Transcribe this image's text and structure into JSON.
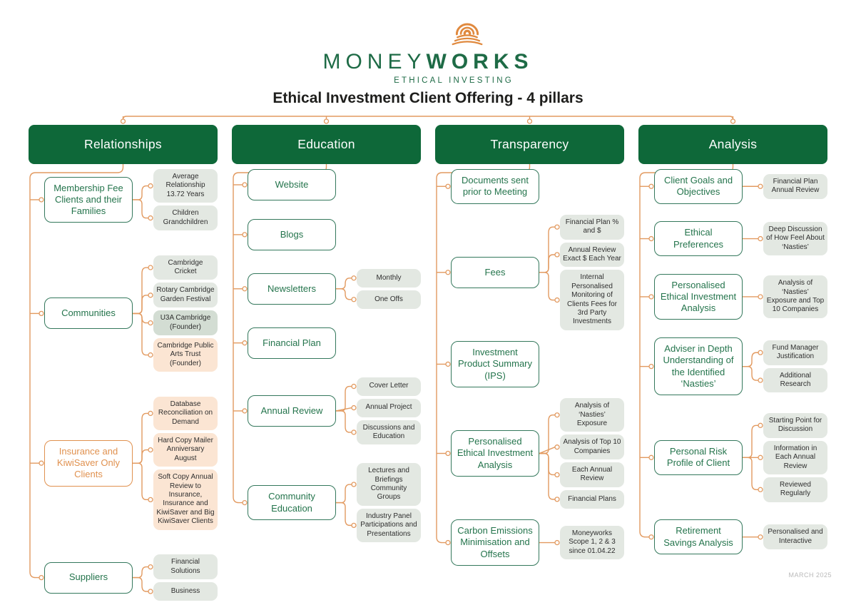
{
  "logo": {
    "brand_primary": "MONEY",
    "brand_secondary": "WORKS",
    "tagline": "ETHICAL INVESTING"
  },
  "title": "Ethical Investment Client Offering - 4 pillars",
  "footer": {
    "date_label": "MARCH 2025"
  },
  "colors": {
    "header_green": "#0E6839",
    "green_border": "#34785C",
    "green_text": "#24744C",
    "orange_line": "#E29A60",
    "orange_text": "#E0914F",
    "leaf_bg": "#E3E8E2",
    "leaf_sage": "#D3DDD3",
    "leaf_peach": "#FBE5D3",
    "leaf_text": "#2F2F2F",
    "footer_text": "#B9B9B9",
    "logo_green": "#1E6B46",
    "logo_orange": "#E0893E",
    "title_color": "#1E1E1C"
  },
  "pillars": [
    {
      "label": "Relationships",
      "branches": [
        {
          "label": "Membership Fee Clients and their Families",
          "leaves": [
            {
              "label": "Average Relationship 13.72 Years"
            },
            {
              "label": "Children Grandchildren"
            }
          ]
        },
        {
          "label": "Communities",
          "leaves": [
            {
              "label": "Cambridge Cricket"
            },
            {
              "label": "Rotary Cambridge Garden Festival"
            },
            {
              "label": "U3A Cambridge (Founder)",
              "variant": "sage"
            },
            {
              "label": "Cambridge Public Arts Trust (Founder)",
              "variant": "peach"
            }
          ]
        },
        {
          "label": "Insurance and KiwiSaver Only Clients",
          "variant": "orange",
          "leaves": [
            {
              "label": "Database Reconciliation on Demand",
              "variant": "peach"
            },
            {
              "label": "Hard Copy Mailer Anniversary August",
              "variant": "peach"
            },
            {
              "label": "Soft Copy Annual Review to Insurance, Insurance and KiwiSaver and Big KiwiSaver Clients",
              "variant": "peach"
            }
          ]
        },
        {
          "label": "Suppliers",
          "leaves": [
            {
              "label": "Financial Solutions"
            },
            {
              "label": "Business"
            }
          ]
        }
      ]
    },
    {
      "label": "Education",
      "branches": [
        {
          "label": "Website",
          "leaves": []
        },
        {
          "label": "Blogs",
          "leaves": []
        },
        {
          "label": "Newsletters",
          "leaves": [
            {
              "label": "Monthly"
            },
            {
              "label": "One Offs"
            }
          ]
        },
        {
          "label": "Financial Plan",
          "leaves": []
        },
        {
          "label": "Annual Review",
          "leaves": [
            {
              "label": "Cover Letter"
            },
            {
              "label": "Annual Project"
            },
            {
              "label": "Discussions and Education"
            }
          ]
        },
        {
          "label": "Community Education",
          "leaves": [
            {
              "label": "Lectures and Briefings Community Groups"
            },
            {
              "label": "Industry Panel Participations and Presentations"
            }
          ]
        }
      ]
    },
    {
      "label": "Transparency",
      "branches": [
        {
          "label": "Documents sent prior to Meeting",
          "leaves": []
        },
        {
          "label": "Fees",
          "leaves": [
            {
              "label": "Financial Plan % and $"
            },
            {
              "label": "Annual Review Exact $ Each Year"
            },
            {
              "label": "Internal Personalised Monitoring of Clients Fees for 3rd Party Investments"
            }
          ]
        },
        {
          "label": "Investment Product Summary (IPS)",
          "leaves": []
        },
        {
          "label": "Personalised Ethical Investment Analysis",
          "leaves": [
            {
              "label": "Analysis of ‘Nasties’ Exposure"
            },
            {
              "label": "Analysis of Top 10 Companies"
            },
            {
              "label": "Each Annual Review"
            },
            {
              "label": "Financial Plans"
            }
          ]
        },
        {
          "label": "Carbon Emissions Minimisation and Offsets",
          "leaves": [
            {
              "label": "Moneyworks Scope 1, 2 & 3 since 01.04.22"
            }
          ]
        }
      ]
    },
    {
      "label": "Analysis",
      "branches": [
        {
          "label": "Client Goals and Objectives",
          "leaves": [
            {
              "label": "Financial Plan Annual Review"
            }
          ]
        },
        {
          "label": "Ethical Preferences",
          "leaves": [
            {
              "label": "Deep Discussion of How Feel About ‘Nasties’"
            }
          ]
        },
        {
          "label": "Personalised Ethical Investment Analysis",
          "leaves": [
            {
              "label": "Analysis of ‘Nasties’ Exposure and Top 10 Companies"
            }
          ]
        },
        {
          "label": "Adviser in Depth Understanding of the Identified ‘Nasties’",
          "leaves": [
            {
              "label": "Fund Manager Justification"
            },
            {
              "label": "Additional Research"
            }
          ]
        },
        {
          "label": "Personal Risk Profile of Client",
          "leaves": [
            {
              "label": "Starting Point for Discussion"
            },
            {
              "label": "Information in Each Annual Review"
            },
            {
              "label": "Reviewed Regularly"
            }
          ]
        },
        {
          "label": "Retirement Savings Analysis",
          "leaves": [
            {
              "label": "Personalised and Interactive"
            }
          ]
        }
      ]
    }
  ]
}
